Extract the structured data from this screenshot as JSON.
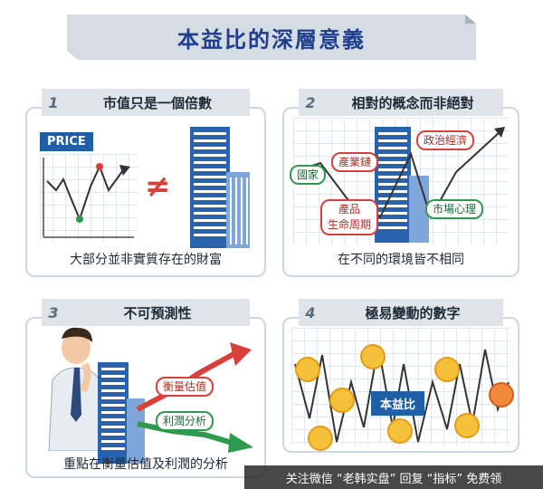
{
  "title": "本益比的深層意義",
  "colors": {
    "accent": "#1f3f8c",
    "red": "#d9403a",
    "green": "#2e9a4e",
    "blue": "#1f5fa8"
  },
  "panels": [
    {
      "num": "1",
      "label": "市值只是一個倍數",
      "caption": "大部分並非實質存在的財富",
      "price_tag": "PRICE",
      "neq_symbol": "≠"
    },
    {
      "num": "2",
      "label": "相對的概念而非絕對",
      "caption": "在不同的環境皆不相同",
      "tags": {
        "country": "國家",
        "industry": "產業鏈",
        "politics": "政治經濟",
        "product_line1": "產品",
        "product_line2": "生命周期",
        "market": "市場心理"
      }
    },
    {
      "num": "3",
      "label": "不可預測性",
      "caption": "重點在衡量估值及利潤的分析",
      "tags": {
        "valuation": "衡量估值",
        "profit": "利潤分析"
      }
    },
    {
      "num": "4",
      "label": "極易變動的數字",
      "center_label": "本益比"
    }
  ],
  "footer": "关注微信 “老韩实盘” 回复 “指标” 免费领"
}
